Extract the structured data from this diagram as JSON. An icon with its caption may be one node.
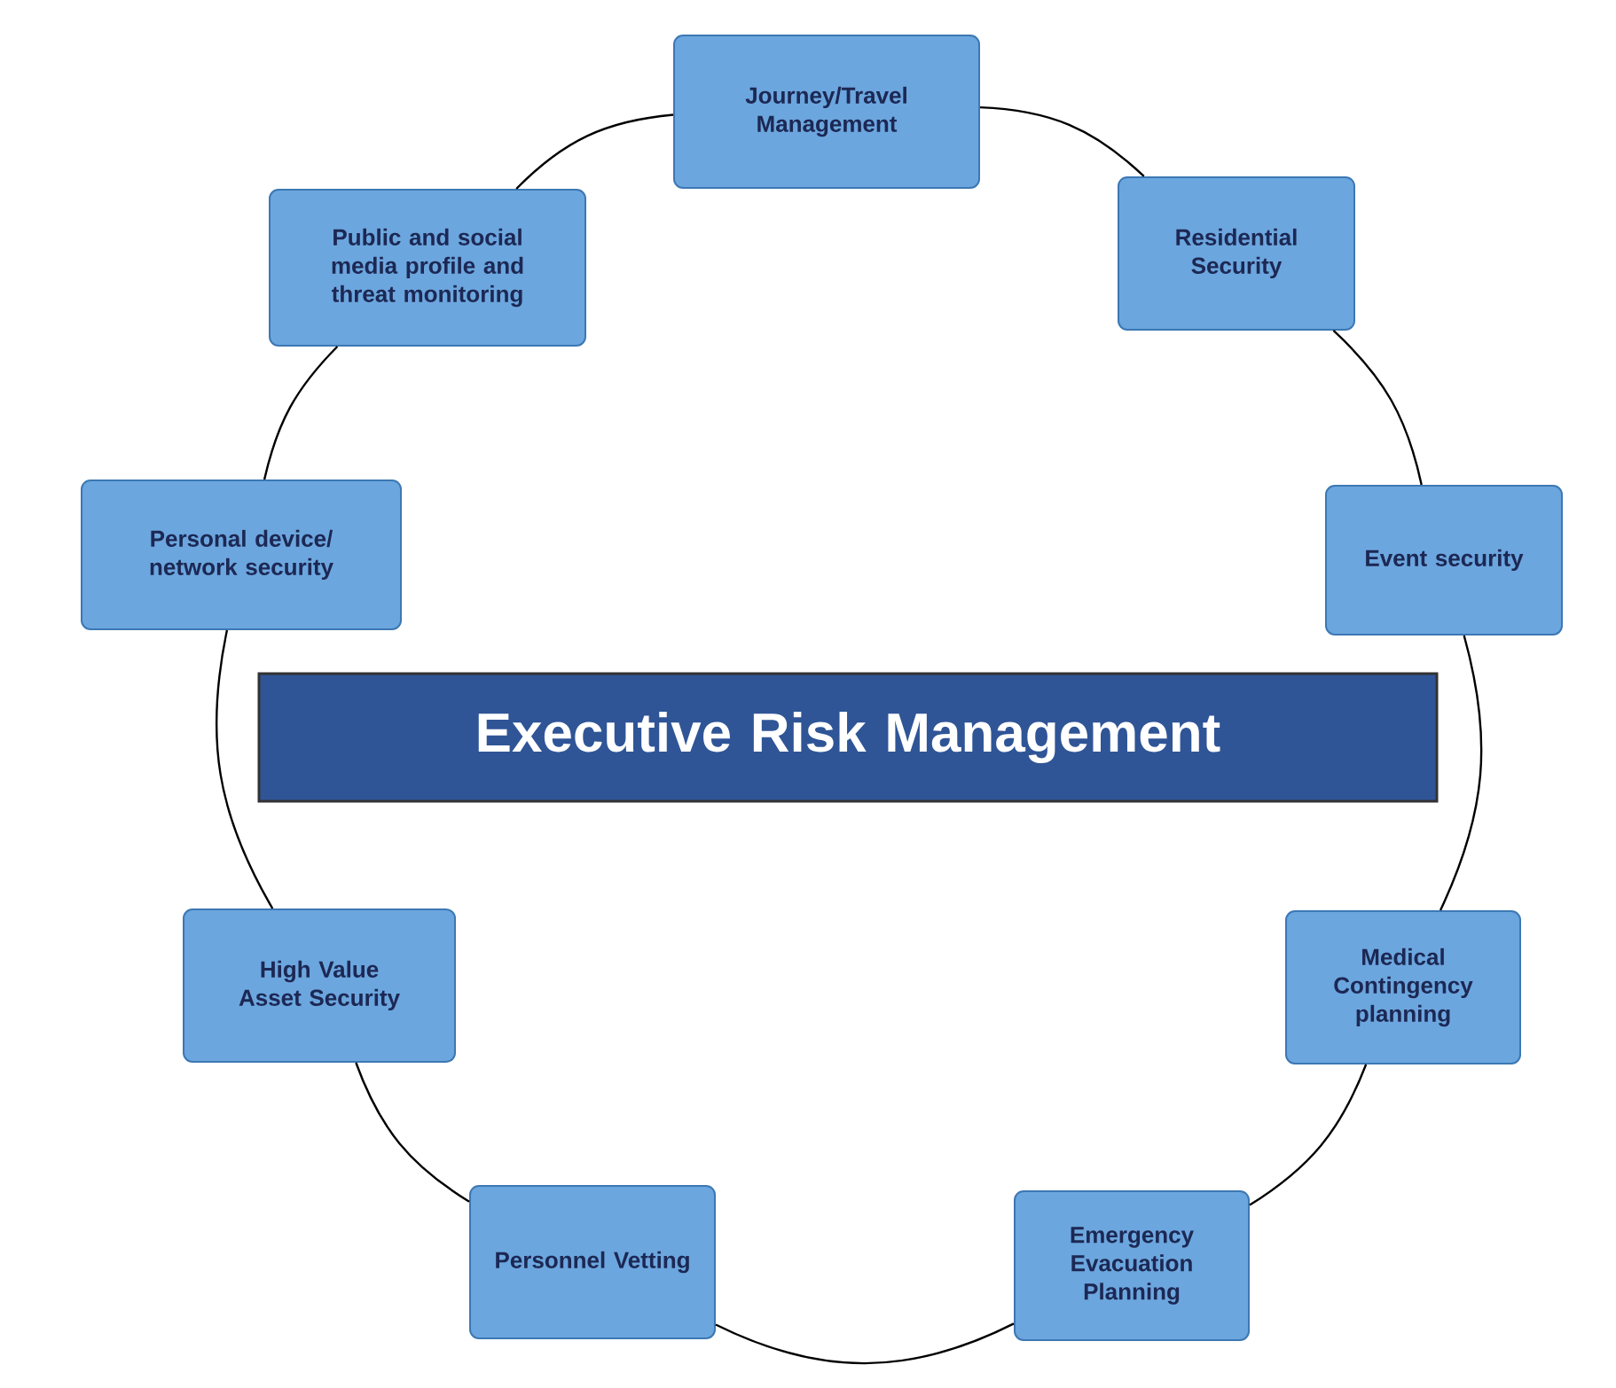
{
  "diagram": {
    "nodes": [
      {
        "text": [
          "Journey/Travel Management"
        ]
      },
      {
        "text": [
          "Residential Security"
        ]
      },
      {
        "text": [
          "Event security"
        ]
      },
      {
        "text": [
          "Medical Contingency planning"
        ]
      },
      {
        "text": [
          "Emergency Evacuation Planning"
        ]
      },
      {
        "text": [
          "Personnel Vetting"
        ]
      },
      {
        "text": [
          "High Value Asset Security"
        ]
      },
      {
        "text": [
          "Personal device/ network security"
        ]
      },
      {
        "text": [
          "Public and social media profile and threat monitoring"
        ]
      },
      {
        "text": [
          "Executive Risk Management"
        ]
      }
    ],
    "edges": [
      {
        "from": 0,
        "to": 1,
        "arrow": "none"
      },
      {
        "from": 1,
        "to": 2,
        "arrow": "none"
      },
      {
        "from": 2,
        "to": 3,
        "arrow": "none"
      },
      {
        "from": 3,
        "to": 4,
        "arrow": "none"
      },
      {
        "from": 4,
        "to": 5,
        "arrow": "none"
      },
      {
        "from": 5,
        "to": 6,
        "arrow": "none"
      },
      {
        "from": 6,
        "to": 7,
        "arrow": "none"
      },
      {
        "from": 7,
        "to": 8,
        "arrow": "none"
      },
      {
        "from": 8,
        "to": 0,
        "arrow": "none"
      }
    ]
  }
}
